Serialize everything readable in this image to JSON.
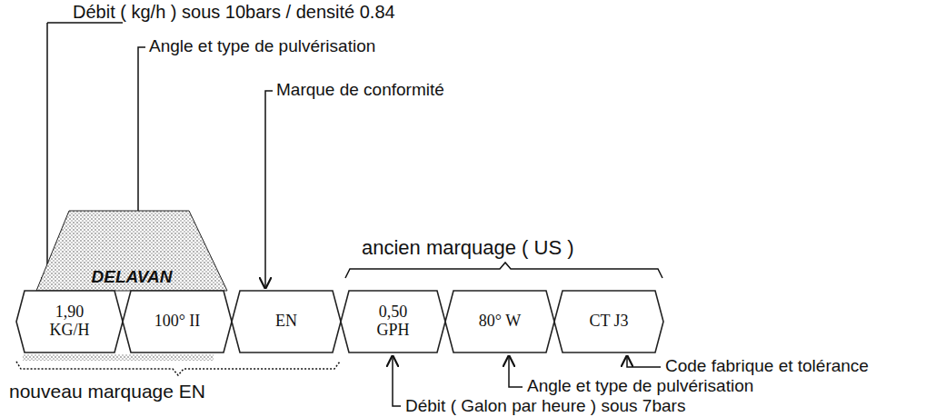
{
  "diagram": {
    "nodes": [
      {
        "text": [
          "DELAVAN"
        ]
      },
      {
        "text": [
          "1,90 KG/H"
        ]
      },
      {
        "text": [
          "100° II"
        ]
      },
      {
        "text": [
          "EN"
        ]
      },
      {
        "text": [
          "0,50 GPH"
        ]
      },
      {
        "text": [
          "80° W"
        ]
      },
      {
        "text": [
          "CT J3"
        ]
      }
    ],
    "labels": [
      "Débit ( kg/h ) sous 10bars / densité 0.84",
      "Angle et type de pulvérisation",
      "Marque de conformité",
      "ancien marquage ( US )",
      "Code fabrique et tolérance",
      "Angle et type de pulvérisation",
      "Débit ( Galon par heure ) sous 7bars",
      "nouveau marquage EN"
    ]
  }
}
